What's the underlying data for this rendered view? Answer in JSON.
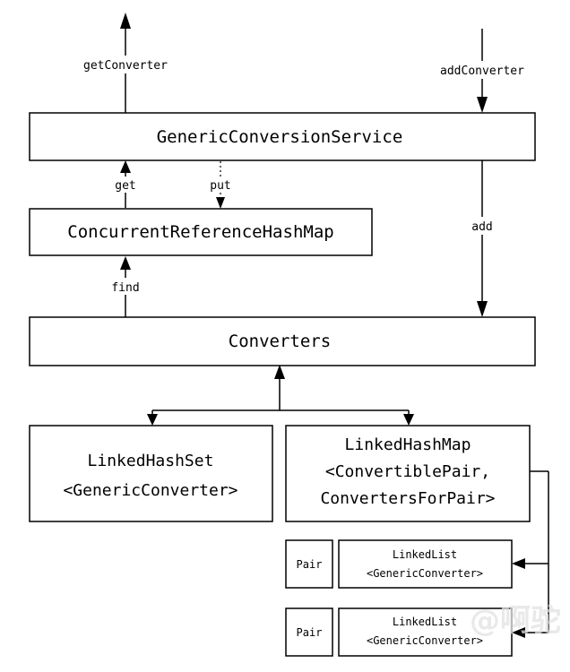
{
  "nodes": {
    "service": "GenericConversionService",
    "cache": "ConcurrentReferenceHashMap",
    "converters": "Converters",
    "set_line1": "LinkedHashSet",
    "set_line2": "<GenericConverter>",
    "map_line1": "LinkedHashMap",
    "map_line2": "<ConvertiblePair,",
    "map_line3": "ConvertersForPair>",
    "pair1": "Pair",
    "list1_line1": "LinkedList",
    "list1_line2": "<GenericConverter>",
    "pair2": "Pair",
    "list2_line1": "LinkedList",
    "list2_line2": "<GenericConverter>"
  },
  "edges": {
    "getConverter": "getConverter",
    "addConverter": "addConverter",
    "get": "get",
    "put": "put",
    "add": "add",
    "find": "find"
  },
  "watermark": "@啊驼"
}
